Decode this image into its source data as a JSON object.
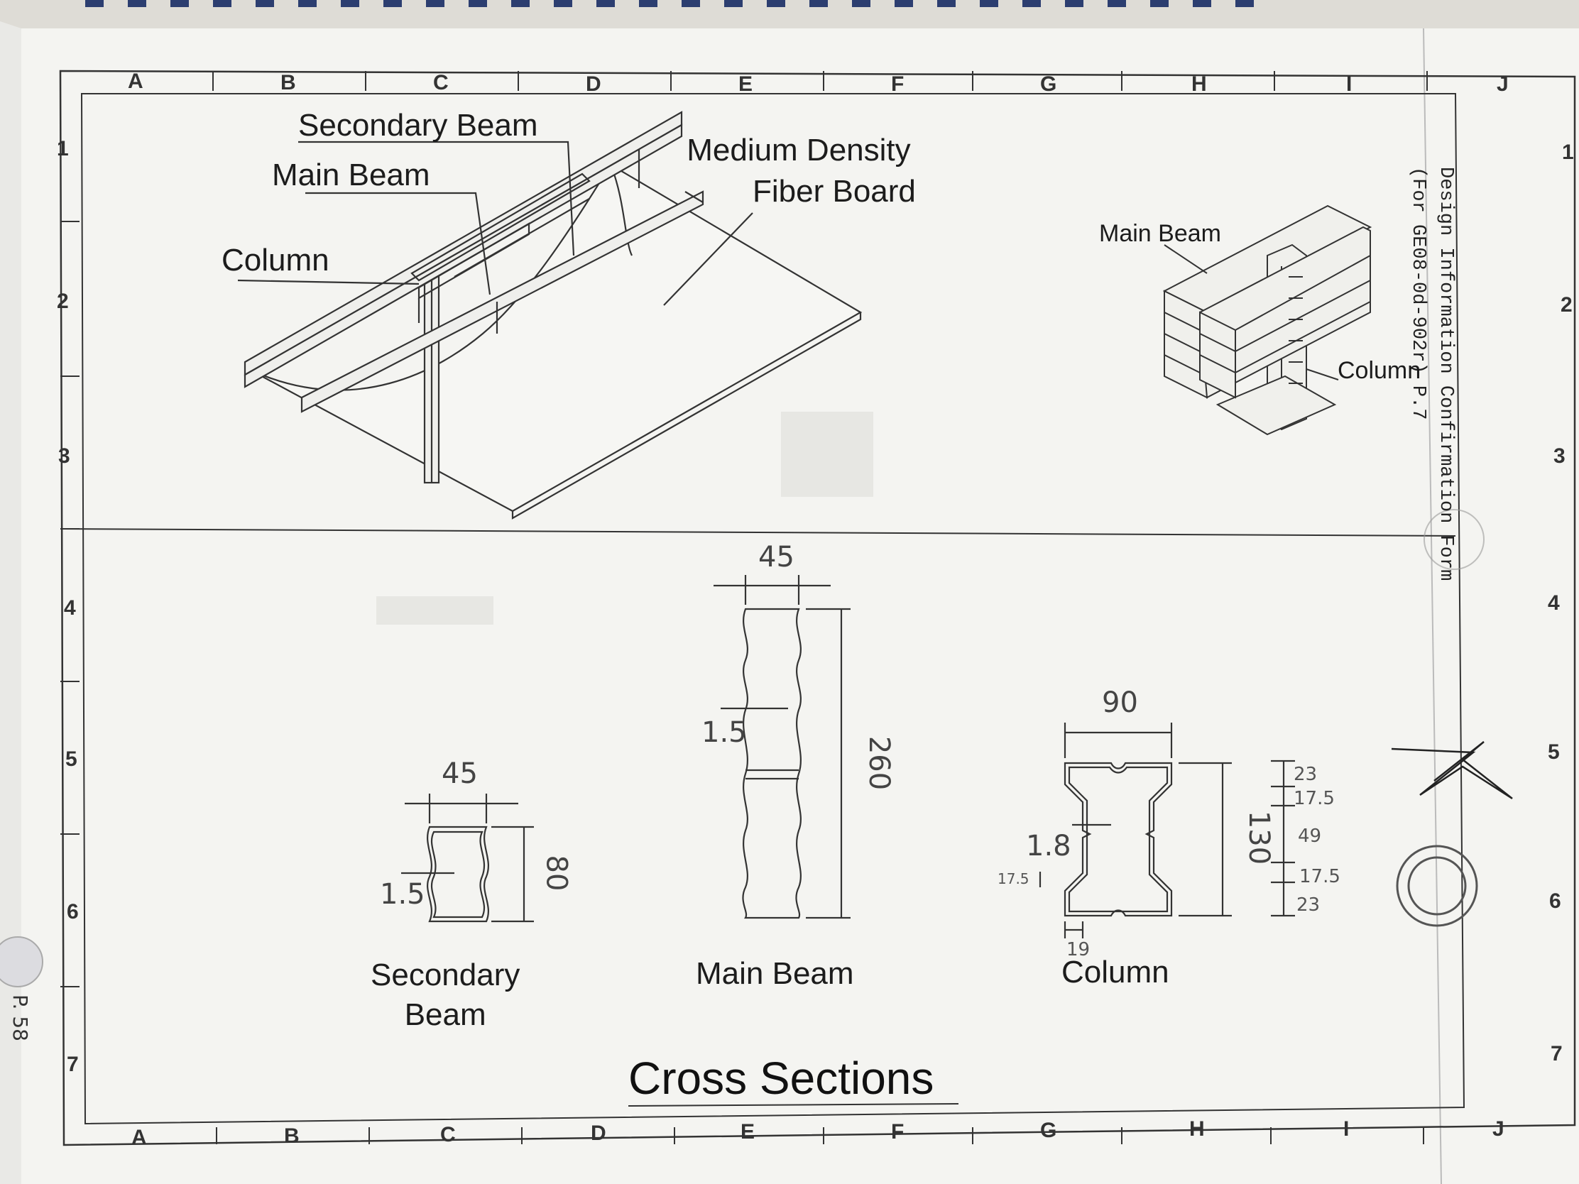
{
  "grid": {
    "columns": [
      "A",
      "B",
      "C",
      "D",
      "E",
      "F",
      "G",
      "H",
      "I",
      "J"
    ],
    "rows": [
      "1",
      "2",
      "3",
      "4",
      "5",
      "6",
      "7"
    ]
  },
  "title_block": {
    "line1": "Design Information Confirmation Form",
    "line2": "(For GE08-0d-902r)  P.7"
  },
  "isometric": {
    "secondary_beam": "Secondary Beam",
    "main_beam": "Main Beam",
    "column": "Column",
    "mdf_line1": "Medium Density",
    "mdf_line2": "Fiber Board"
  },
  "joint_detail": {
    "main_beam": "Main Beam",
    "column": "Column"
  },
  "sections": {
    "secondary_beam": {
      "name_line1": "Secondary",
      "name_line2": "Beam",
      "width": "45",
      "height": "80",
      "thickness": "1.5"
    },
    "main_beam": {
      "name": "Main Beam",
      "width": "45",
      "height": "260",
      "thickness": "1.5"
    },
    "column": {
      "name": "Column",
      "width": "90",
      "height": "130",
      "thickness": "1.8",
      "notch": "17.5",
      "flange": "19",
      "seg_23a": "23",
      "seg_175a": "17.5",
      "seg_49": "49",
      "seg_175b": "17.5",
      "seg_23b": "23"
    }
  },
  "footer": {
    "title": "Cross Sections"
  },
  "edge_text": "P. 58",
  "colors": {
    "paper": "#f4f4f1",
    "ink": "#2a2a2a",
    "background": "#e9e9e6"
  }
}
